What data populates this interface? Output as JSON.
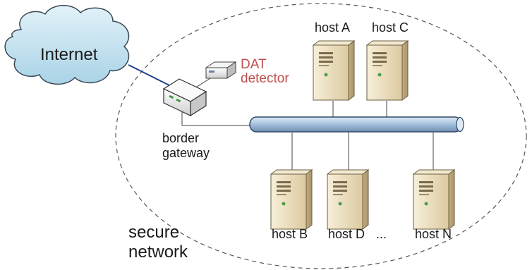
{
  "cloud_label": "Internet",
  "gateway_label": {
    "line1": "border",
    "line2": "gateway"
  },
  "detector_label": {
    "line1": "DAT",
    "line2": "detector"
  },
  "network_label": {
    "line1": "secure",
    "line2": "network"
  },
  "hosts": {
    "a": "host A",
    "c": "host C",
    "b": "host B",
    "d": "host D",
    "ellipsis": "...",
    "n": "host N"
  },
  "colors": {
    "cloud_fill": "#bfe0ee",
    "cloud_stroke": "#3a4a55",
    "internet_link": "#1f3f8f",
    "bus_fill": "#a8c4e0",
    "bus_stroke": "#2e4a66",
    "server_body": "#eadcb8",
    "server_side": "#c9b68a",
    "detector_text": "#c0504d",
    "network_boundary": "#555555"
  }
}
